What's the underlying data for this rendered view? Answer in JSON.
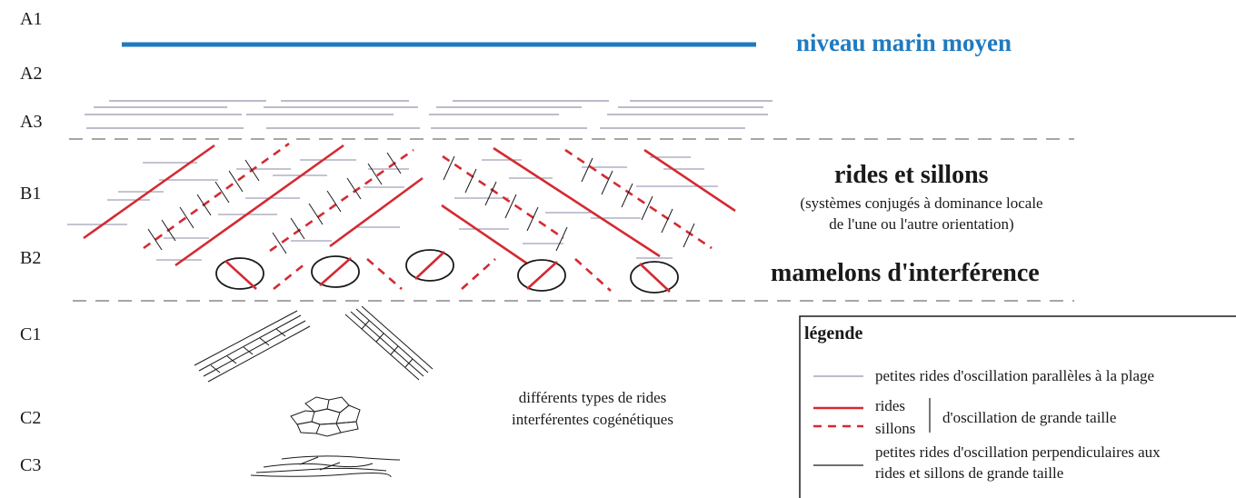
{
  "zones": {
    "a1": "A1",
    "a2": "A2",
    "a3": "A3",
    "b1": "B1",
    "b2": "B2",
    "c1": "C1",
    "c2": "C2",
    "c3": "C3"
  },
  "labels": {
    "mean_sea_level": "niveau marin moyen",
    "ridges_title": "rides et sillons",
    "ridges_note_line1": "(systèmes conjugés à dominance locale",
    "ridges_note_line2": "de l'une ou l'autre orientation)",
    "interference_mounds": "mamelons d'interférence",
    "cogenetic_line1": "différents types de rides",
    "cogenetic_line2": "interférentes cogénétiques"
  },
  "legend": {
    "title": "légende",
    "small_parallel": "petites rides d'oscillation parallèles à la plage",
    "ridges": "rides",
    "troughs": "sillons",
    "large_oscillation": "d'oscillation de grande taille",
    "perpendicular_line1": "petites rides d'oscillation perpendiculaires aux",
    "perpendicular_line2": "rides et sillons de grande taille"
  },
  "colors": {
    "sea_level": "#1f7ac0",
    "ridge_red": "#d42a32",
    "thin_gray": "#7a7a9a",
    "dashed_gray": "#888888",
    "ink": "#1a1a1a"
  }
}
